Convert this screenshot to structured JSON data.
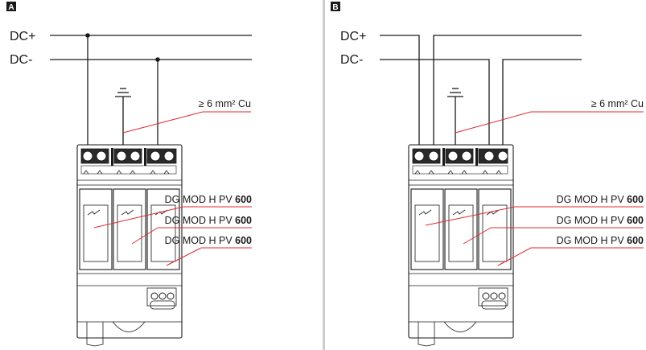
{
  "panels": [
    {
      "badge": "A",
      "dc_plus": "DC+",
      "dc_minus": "DC-",
      "ground_label": "≥ 6 mm² Cu",
      "modules": [
        {
          "name": "DG MOD H PV ",
          "rating": "600"
        },
        {
          "name": "DG MOD H PV ",
          "rating": "600"
        },
        {
          "name": "DG MOD H PV ",
          "rating": "600"
        }
      ]
    },
    {
      "badge": "B",
      "dc_plus": "DC+",
      "dc_minus": "DC-",
      "ground_label": "≥ 6 mm² Cu",
      "modules": [
        {
          "name": "DG MOD H PV ",
          "rating": "600"
        },
        {
          "name": "DG MOD H PV ",
          "rating": "600"
        },
        {
          "name": "DG MOD H PV ",
          "rating": "600"
        }
      ]
    }
  ],
  "colors": {
    "leader_lines": "#e0292e",
    "divider": "#cccccc",
    "ink": "#1a1a1a"
  }
}
